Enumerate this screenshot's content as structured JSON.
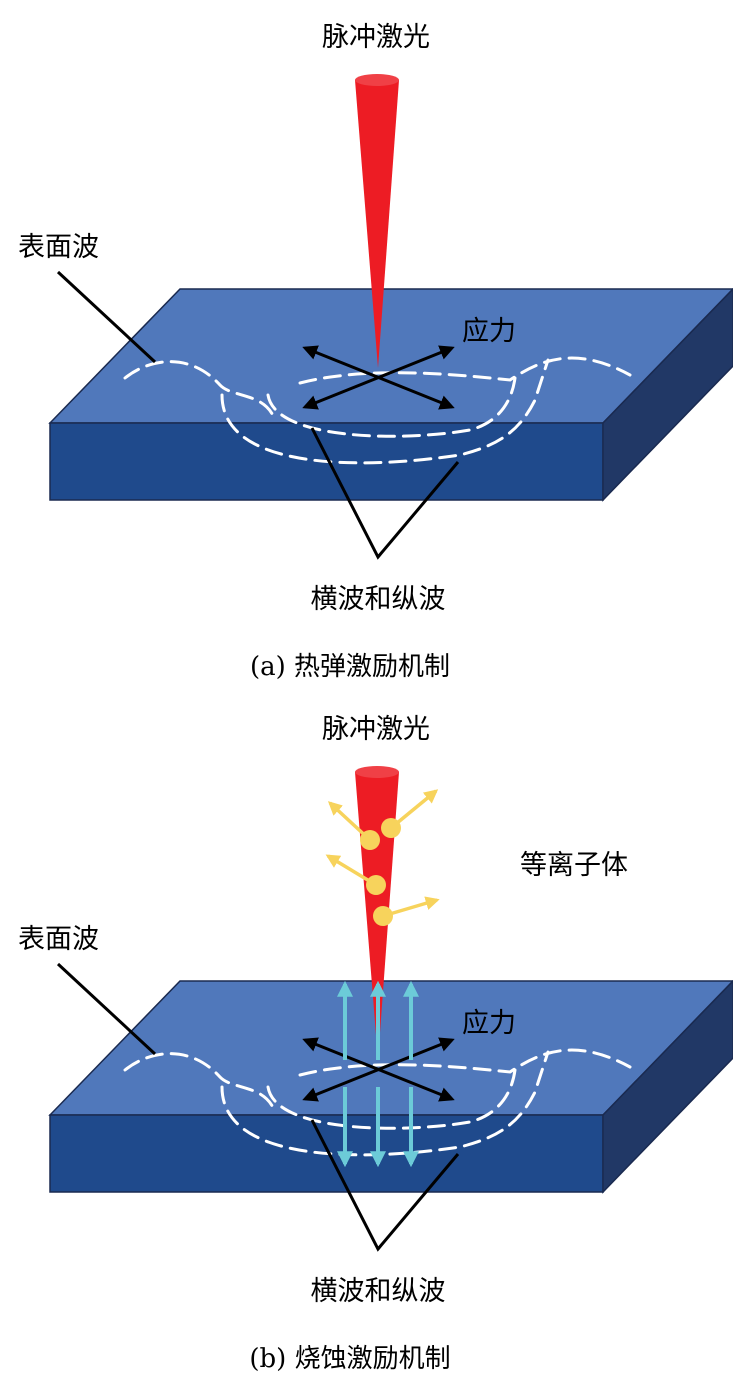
{
  "panels": [
    {
      "laser_label": "脉冲激光",
      "surface_wave_label": "表面波",
      "stress_label": "应力",
      "bulk_wave_label": "横波和纵波",
      "caption": "(a) 热弹激励机制"
    },
    {
      "laser_label": "脉冲激光",
      "surface_wave_label": "表面波",
      "stress_label": "应力",
      "bulk_wave_label": "横波和纵波",
      "plasma_label": "等离子体",
      "caption": "(b) 烧蚀激励机制"
    }
  ],
  "colors": {
    "block_top": "#5078bb",
    "block_front": "#1f4a8c",
    "block_side": "#213866",
    "laser": "#ed1c24",
    "plasma": "#f7d35c",
    "stress_wave": "#6ccbd8"
  }
}
